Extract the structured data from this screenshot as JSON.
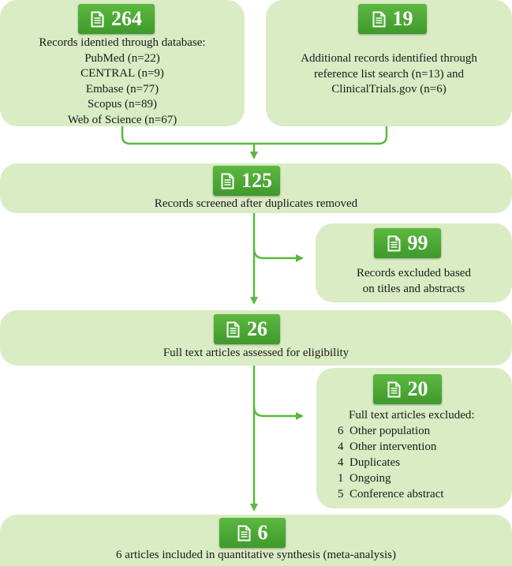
{
  "nodes": {
    "database": {
      "count": "264",
      "heading": "Records identied through database:",
      "sources": [
        "PubMed (n=22)",
        "CENTRAL (n=9)",
        "Embase (n=77)",
        "Scopus (n=89)",
        "Web of Science (n=67)"
      ]
    },
    "additional": {
      "count": "19",
      "lines": [
        "Additional records identified through",
        "reference list search (n=13) and",
        "ClinicalTrials.gov (n=6)"
      ]
    },
    "screened": {
      "count": "125",
      "label": "Records screened after duplicates removed"
    },
    "excluded_titles": {
      "count": "99",
      "lines": [
        "Records excluded based",
        "on titles and abstracts"
      ]
    },
    "fulltext": {
      "count": "26",
      "label": "Full text articles assessed for eligibility"
    },
    "excluded_fulltext": {
      "count": "20",
      "heading": "Full text articles excluded:",
      "reasons": [
        {
          "n": "6",
          "label": "Other population"
        },
        {
          "n": "4",
          "label": "Other intervention"
        },
        {
          "n": "4",
          "label": "Duplicates"
        },
        {
          "n": "1",
          "label": "Ongoing"
        },
        {
          "n": "5",
          "label": "Conference abstract"
        }
      ]
    },
    "included": {
      "count": "6",
      "label": "6 articles included in quantitative synthesis (meta-analysis)"
    }
  },
  "colors": {
    "box_fill": "#d9ecc4",
    "badge_fill": "#4daa35",
    "connector": "#5cb840"
  },
  "icons": {
    "badge_icon": "document-icon"
  }
}
